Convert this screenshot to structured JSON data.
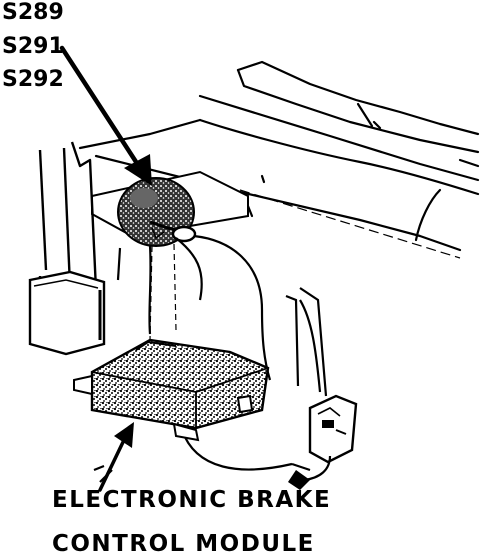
{
  "splice_labels": [
    "S289",
    "S291",
    "S292"
  ],
  "component_label": {
    "line1": "ELECTRONIC BRAKE",
    "line2": "CONTROL MODULE"
  },
  "colors": {
    "ink": "#000000",
    "paper": "#ffffff"
  }
}
